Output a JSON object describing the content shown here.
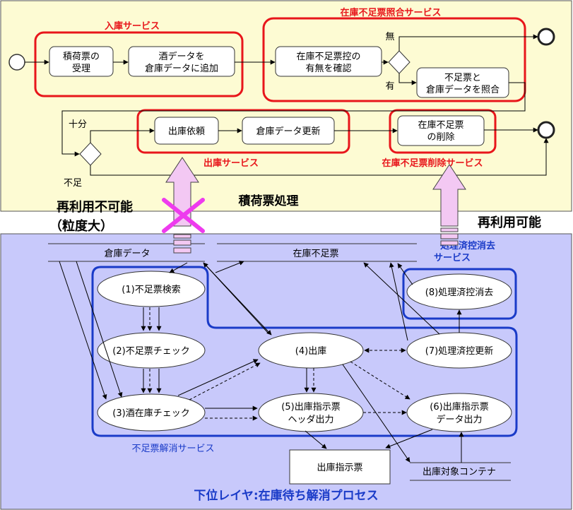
{
  "colors": {
    "upper_bg": "#fdfbd3",
    "lower_bg": "#c8c9fb",
    "red": "#e8161b",
    "blue": "#1a3bc8",
    "pink": "#f3c8f3",
    "cross": "#ee3bee"
  },
  "upper": {
    "title": "積荷票処理",
    "services": {
      "nyuko": "入庫サービス",
      "shogo": "在庫不足票照合サービス",
      "shukko": "出庫サービス",
      "sakujo": "在庫不足票削除サービス"
    },
    "tasks": {
      "t1_l1": "積荷票の",
      "t1_l2": "受理",
      "t2_l1": "酒データを",
      "t2_l2": "倉庫データに追加",
      "t3_l1": "在庫不足票控の",
      "t3_l2": "有無を確認",
      "t4_l1": "不足票と",
      "t4_l2": "倉庫データを照合",
      "t5": "出庫依頼",
      "t6": "倉庫データ更新",
      "t7_l1": "在庫不足票",
      "t7_l2": "の削除"
    },
    "gateway_labels": {
      "nashi": "無",
      "ari": "有",
      "juubun": "十分",
      "fusoku": "不足"
    }
  },
  "labels": {
    "not_reusable_l1": "再利用不可能",
    "not_reusable_l2": "（粒度大）",
    "reusable": "再利用可能"
  },
  "lower": {
    "title": "下位レイヤ:在庫待ち解消プロセス",
    "stores": {
      "soko": "倉庫データ",
      "fusokuhyo": "在庫不足票",
      "shukko_shijihyo": "出庫指示票",
      "container": "出庫対象コンテナ"
    },
    "services": {
      "kaisho": "不足票解消サービス",
      "shoriki_l1": "処理済控消去",
      "shoriki_l2": "サービス"
    },
    "processes": {
      "p1": "(1)不足票検索",
      "p2": "(2)不足票チェック",
      "p3": "(3)酒在庫チェック",
      "p4": "(4)出庫",
      "p5_l1": "(5)出庫指示票",
      "p5_l2": "ヘッダ出力",
      "p6_l1": "(6)出庫指示票",
      "p6_l2": "データ出力",
      "p7": "(7)処理済控更新",
      "p8": "(8)処理済控消去"
    }
  }
}
